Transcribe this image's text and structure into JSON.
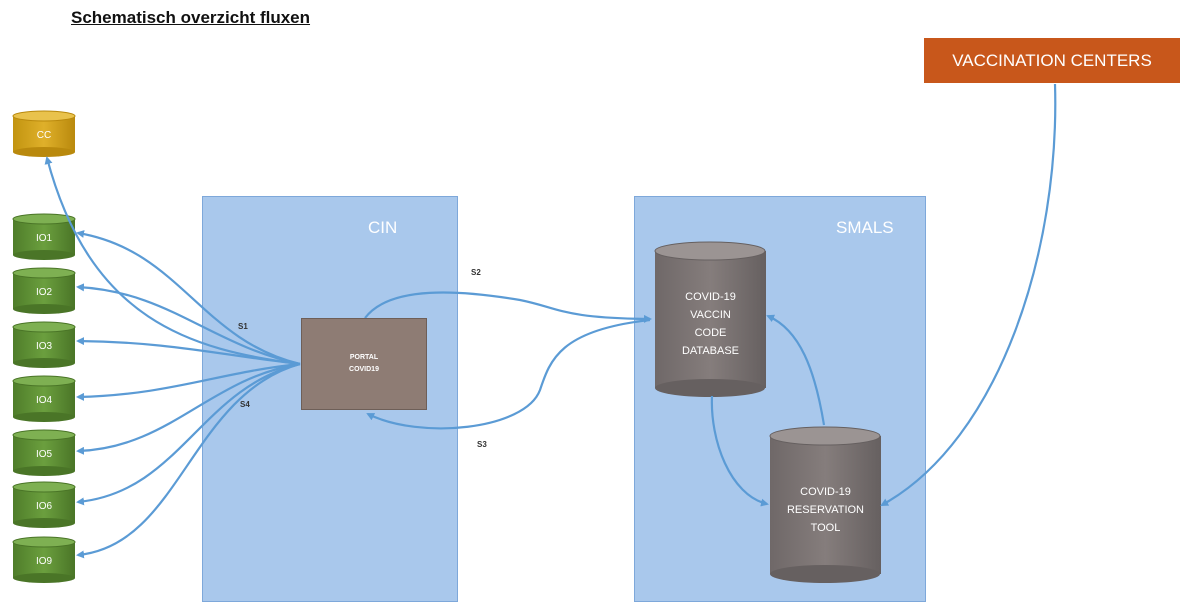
{
  "title": "Schematisch overzicht fluxen",
  "zones": {
    "cin": "CIN",
    "smals": "SMALS"
  },
  "portal": {
    "line1": "PORTAL",
    "line2": "COVID19"
  },
  "vaccination_centers": "VACCINATION CENTERS",
  "vaccin_db": {
    "line1": "COVID-19",
    "line2": "VACCIN",
    "line3": "CODE",
    "line4": "DATABASE"
  },
  "reservation_tool": {
    "line1": "COVID-19",
    "line2": "RESERVATION",
    "line3": "TOOL"
  },
  "cylinders": [
    "CC",
    "IO1",
    "IO2",
    "IO3",
    "IO4",
    "IO5",
    "IO6",
    "IO9"
  ],
  "flows": {
    "s1": "S1",
    "s2": "S2",
    "s3": "S3",
    "s4": "S4"
  },
  "colors": {
    "zone": "#a9c8ec",
    "arrow": "#5b9bd5",
    "io": "#5a8a32",
    "cc": "#d4a017",
    "db": "#7f7f7f",
    "portal": "#8e7c74",
    "vac": "#c8571b"
  }
}
